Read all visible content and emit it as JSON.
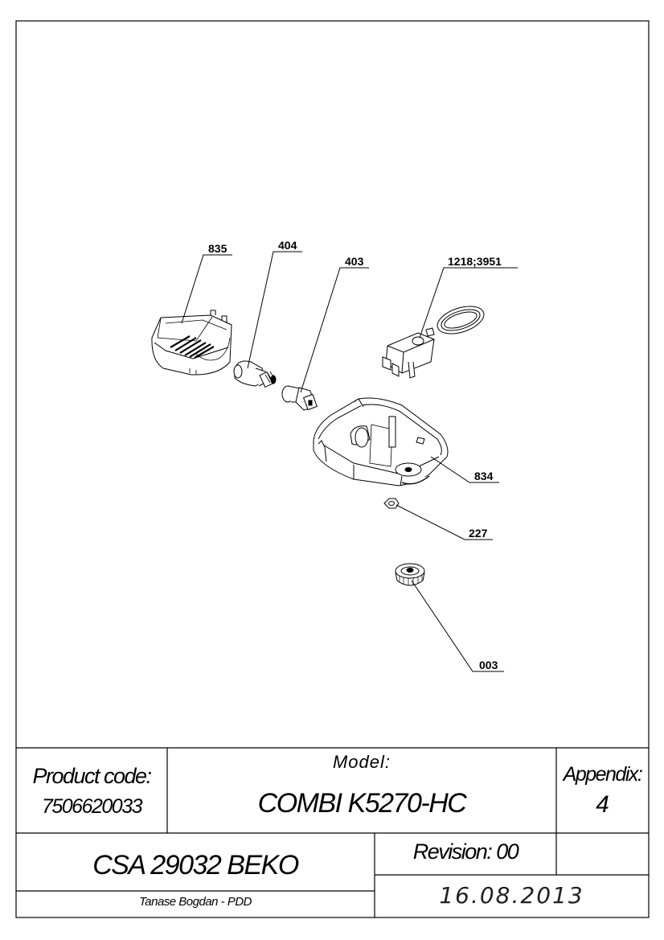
{
  "callouts": {
    "c835": "835",
    "c404": "404",
    "c403": "403",
    "c1218": "1218;3951",
    "c834": "834",
    "c227": "227",
    "c003": "003"
  },
  "title_block": {
    "product_code_label": "Product code:",
    "product_code_value": "7506620033",
    "model_label": "Model:",
    "model_value": "COMBI K5270-HC",
    "appendix_label": "Appendix:",
    "appendix_value": "4",
    "drawing_name": "CSA 29032 BEKO",
    "revision": "Revision: 00",
    "author": "Tanase Bogdan - PDD",
    "date": "16.08.2013"
  }
}
